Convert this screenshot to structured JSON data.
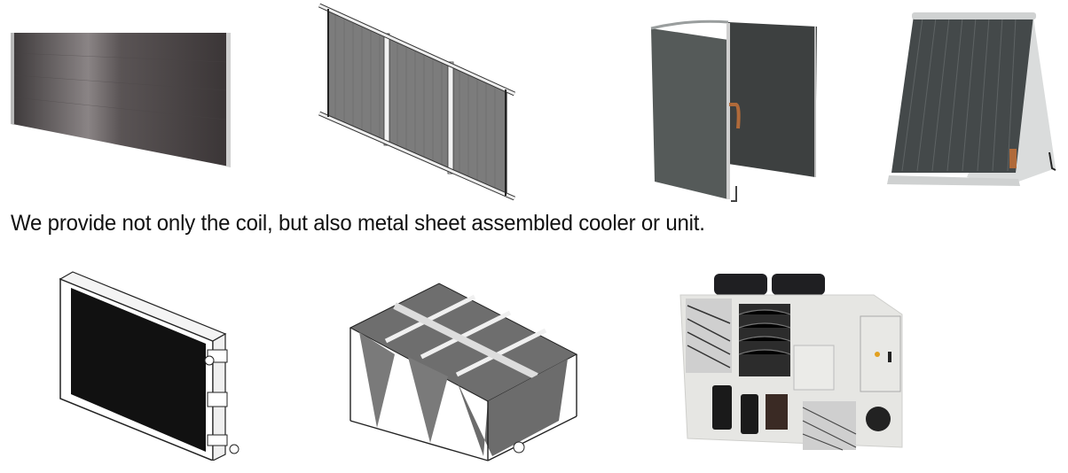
{
  "caption": "We provide not only the coil, but also metal sheet assembled cooler or unit.",
  "top_row": [
    {
      "name": "flat-microchannel-coil",
      "description": "Flat dark finned coil panel"
    },
    {
      "name": "three-section-coil-frame",
      "description": "Three-panel coil with header tubes"
    },
    {
      "name": "l-bent-coil",
      "description": "L-shaped bent coil with copper connection"
    },
    {
      "name": "a-frame-coil-housing",
      "description": "Inclined coil mounted in triangular sheet-metal housing"
    }
  ],
  "bottom_row": [
    {
      "name": "boxed-coil-frame",
      "description": "Coil in rectangular sheet-metal frame with headers"
    },
    {
      "name": "v-type-dry-cooler-frame",
      "description": "V-type dry cooler frame with multiple coils"
    },
    {
      "name": "air-cooled-condensing-unit",
      "description": "Packaged unit with fans, compressors and control box"
    }
  ],
  "colors": {
    "coil_dark": "#3c3c3c",
    "coil_grey": "#7a7a7a",
    "metal_light": "#e6e6e3",
    "copper": "#b06a3a"
  }
}
